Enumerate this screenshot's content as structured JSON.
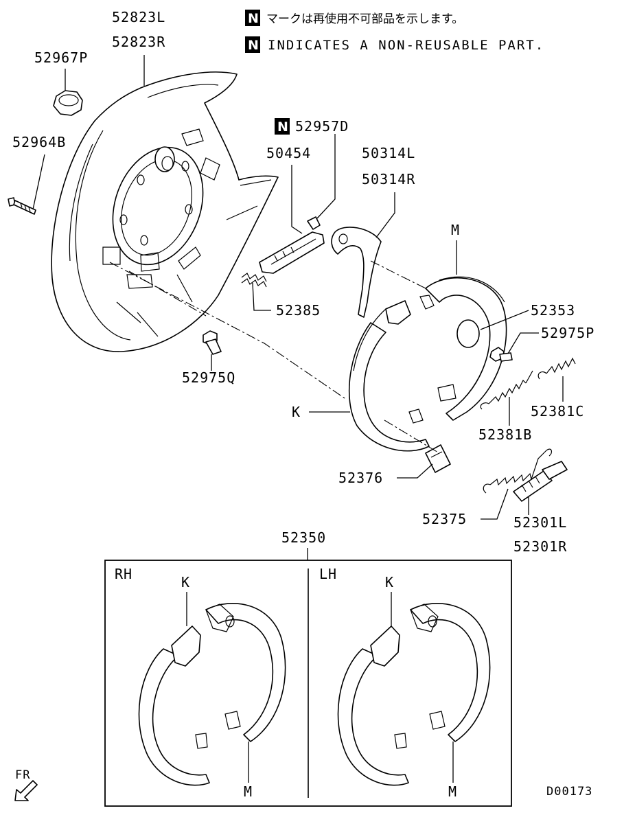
{
  "notes": {
    "badge": "N",
    "japanese": "マークは再使用不可部品を示します。",
    "english": "INDICATES A NON-REUSABLE PART."
  },
  "parts": {
    "p52823L": "52823L",
    "p52823R": "52823R",
    "p52967P": "52967P",
    "p52964B": "52964B",
    "p52957D": "52957D",
    "p50454": "50454",
    "p50314L": "50314L",
    "p50314R": "50314R",
    "pM_top": "M",
    "p52353": "52353",
    "p52975P": "52975P",
    "p52385": "52385",
    "p52975Q": "52975Q",
    "pK_mid": "K",
    "p52381C": "52381C",
    "p52381B": "52381B",
    "p52376": "52376",
    "p52375": "52375",
    "p52301L": "52301L",
    "p52301R": "52301R",
    "p52350": "52350"
  },
  "kit": {
    "rh_label": "RH",
    "lh_label": "LH",
    "rh_k": "K",
    "rh_m": "M",
    "lh_k": "K",
    "lh_m": "M"
  },
  "footer": {
    "fr_label": "FR",
    "diagram_id": "D00173"
  }
}
